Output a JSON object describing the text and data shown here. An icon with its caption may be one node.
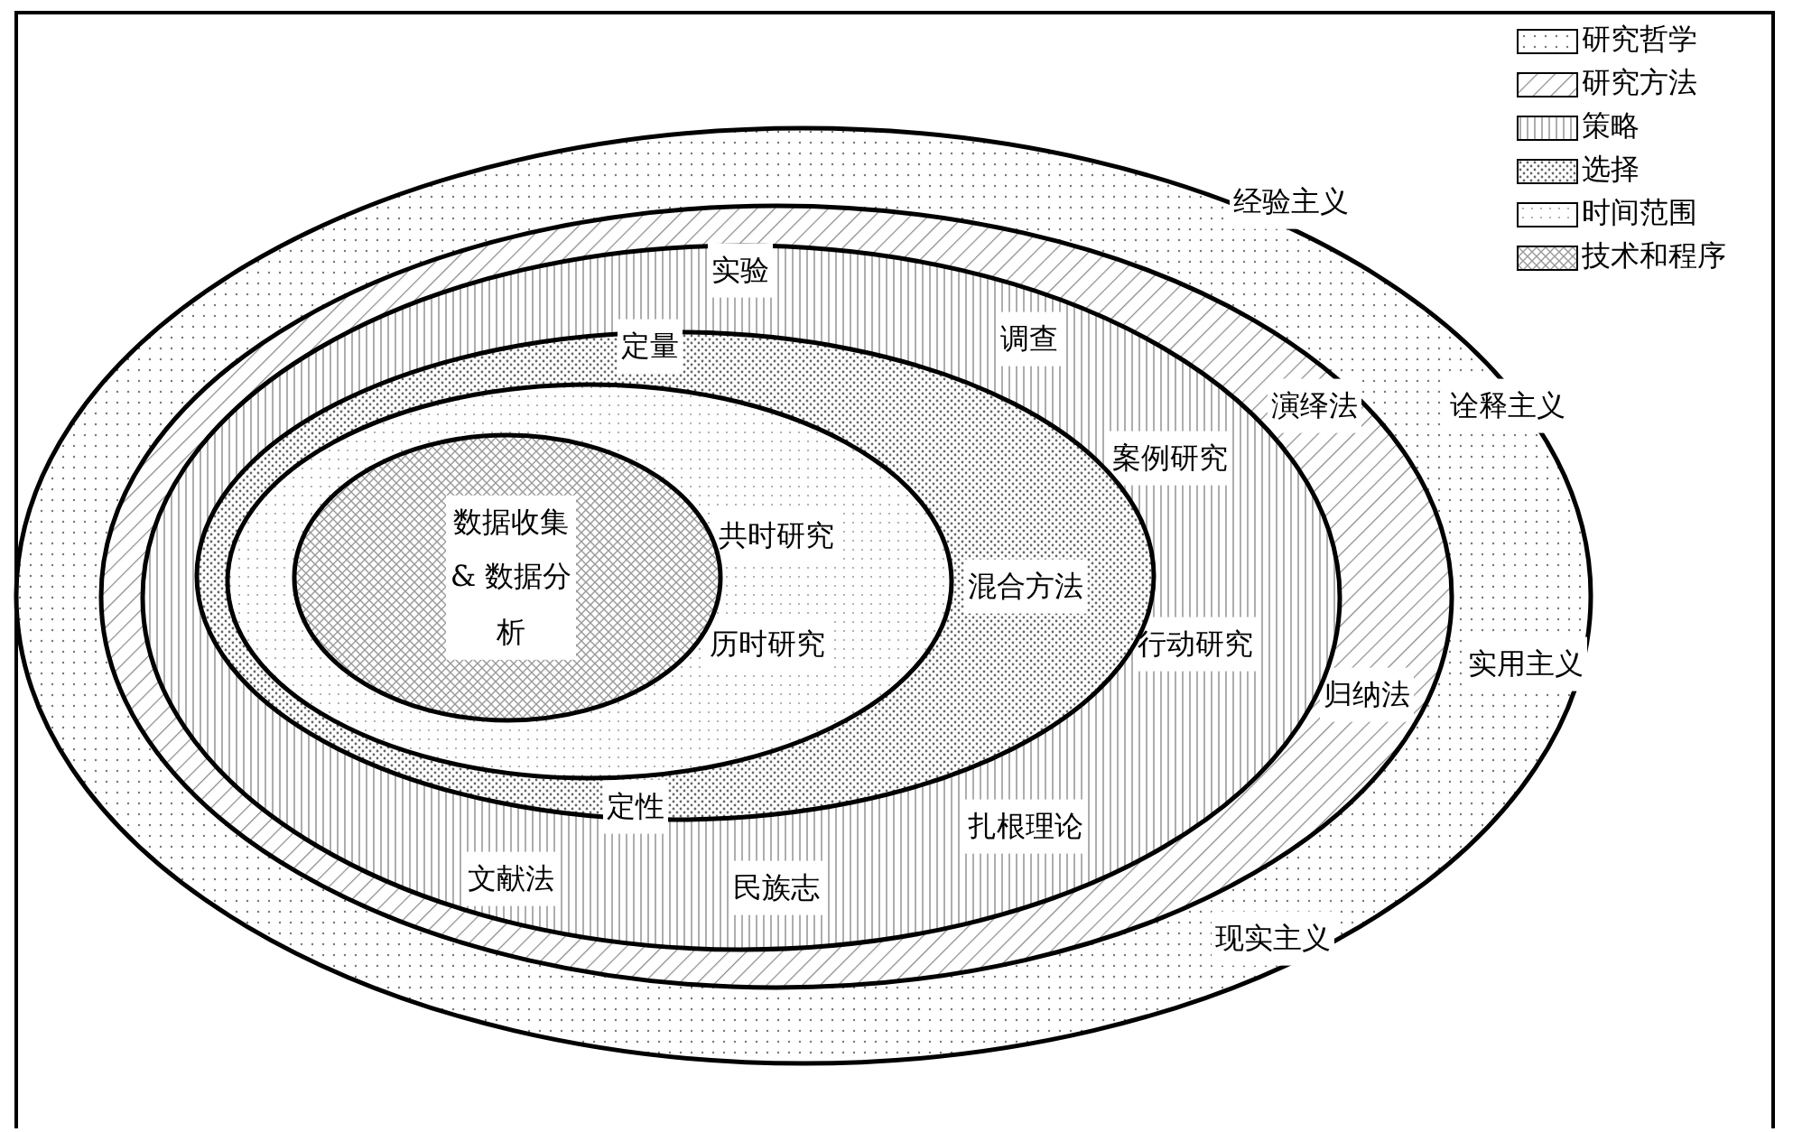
{
  "diagram": {
    "nodes": [
      {
        "text": [
          "经验主义",
          "诠释主义",
          "实用主义",
          "现实主义"
        ]
      },
      {
        "text": [
          "演绎法",
          "归纳法"
        ],
        "in": 0
      },
      {
        "text": [
          "实验",
          "调查",
          "案例研究",
          "行动研究",
          "扎根理论",
          "民族志",
          "文献法"
        ],
        "in": 1
      },
      {
        "text": [
          "定量",
          "混合方法",
          "定性"
        ],
        "in": 2
      },
      {
        "text": [
          "共时研究",
          "历时研究"
        ],
        "in": 3
      },
      {
        "text": [
          "数据收集 & 数据分析"
        ],
        "in": 4
      }
    ],
    "legend": [
      {
        "text": "研究哲学"
      },
      {
        "text": "研究方法"
      },
      {
        "text": "策略"
      },
      {
        "text": "选择"
      },
      {
        "text": "时间范围"
      },
      {
        "text": "技术和程序"
      }
    ]
  }
}
